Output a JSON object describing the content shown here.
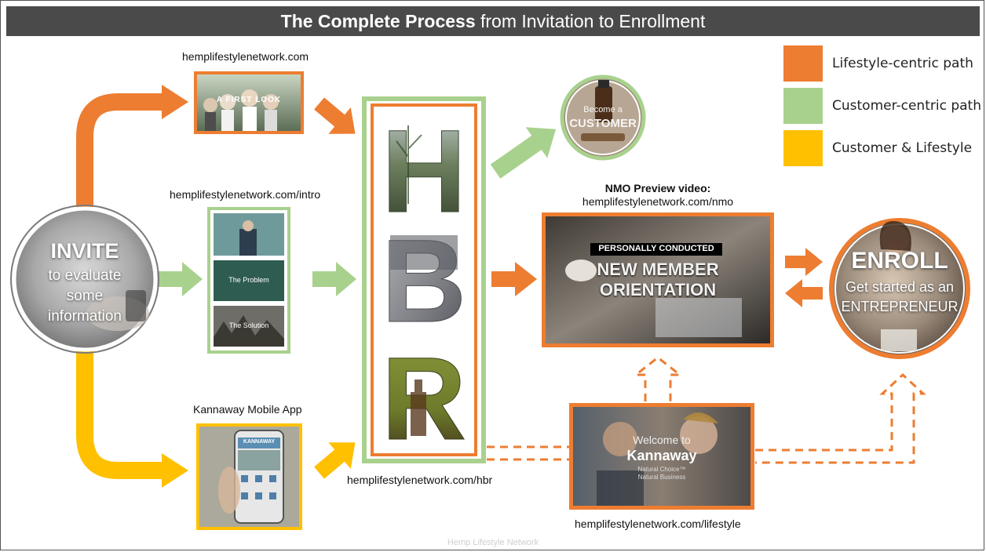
{
  "title": {
    "bold": "The Complete Process",
    "rest": " from Invitation to Enrollment"
  },
  "legend": [
    {
      "label": "Lifestyle-centric  path",
      "color": "#ed7d31"
    },
    {
      "label": "Customer-centric  path",
      "color": "#a9d18e"
    },
    {
      "label": "Customer & Lifestyle",
      "color": "#ffc000"
    }
  ],
  "colors": {
    "orange": "#ed7d31",
    "green": "#a9d18e",
    "yellow": "#ffc000",
    "title_bg": "#4a4a4a"
  },
  "invite": {
    "title": "INVITE",
    "line1": "to evaluate",
    "line2": "some",
    "line3": "information"
  },
  "first_look": {
    "url": "hemplifestylenetwork.com",
    "caption": "A FIRST LOOK"
  },
  "intro": {
    "url": "hemplifestylenetwork.com/intro",
    "panel2": "The Problem",
    "panel3": "The Solution"
  },
  "app": {
    "url": "Kannaway Mobile App",
    "brand": "KANNAWAY"
  },
  "hbr": {
    "url": "hemplifestylenetwork.com/hbr",
    "letters": [
      "H",
      "B",
      "R"
    ]
  },
  "customer": {
    "line1": "Become a",
    "line2": "CUSTOMER"
  },
  "nmo": {
    "heading": "NMO Preview video:",
    "url": "hemplifestylenetwork.com/nmo",
    "tag": "PERSONALLY CONDUCTED",
    "line1": "NEW MEMBER",
    "line2": "ORIENTATION"
  },
  "enroll": {
    "title": "ENROLL",
    "line1": "Get started as an",
    "line2": "ENTREPRENEUR"
  },
  "lifestyle": {
    "url": "hemplifestylenetwork.com/lifestyle",
    "line1": "Welcome to",
    "line2": "Kannaway",
    "line3": "Natural Choice™",
    "line4": "Natural Business"
  },
  "footer": "Hemp Lifestyle Network",
  "icons": [
    "arrow-icon",
    "dashed-arrow-icon",
    "plant-icon",
    "laptop-icon",
    "bottle-icon",
    "phone-icon"
  ]
}
